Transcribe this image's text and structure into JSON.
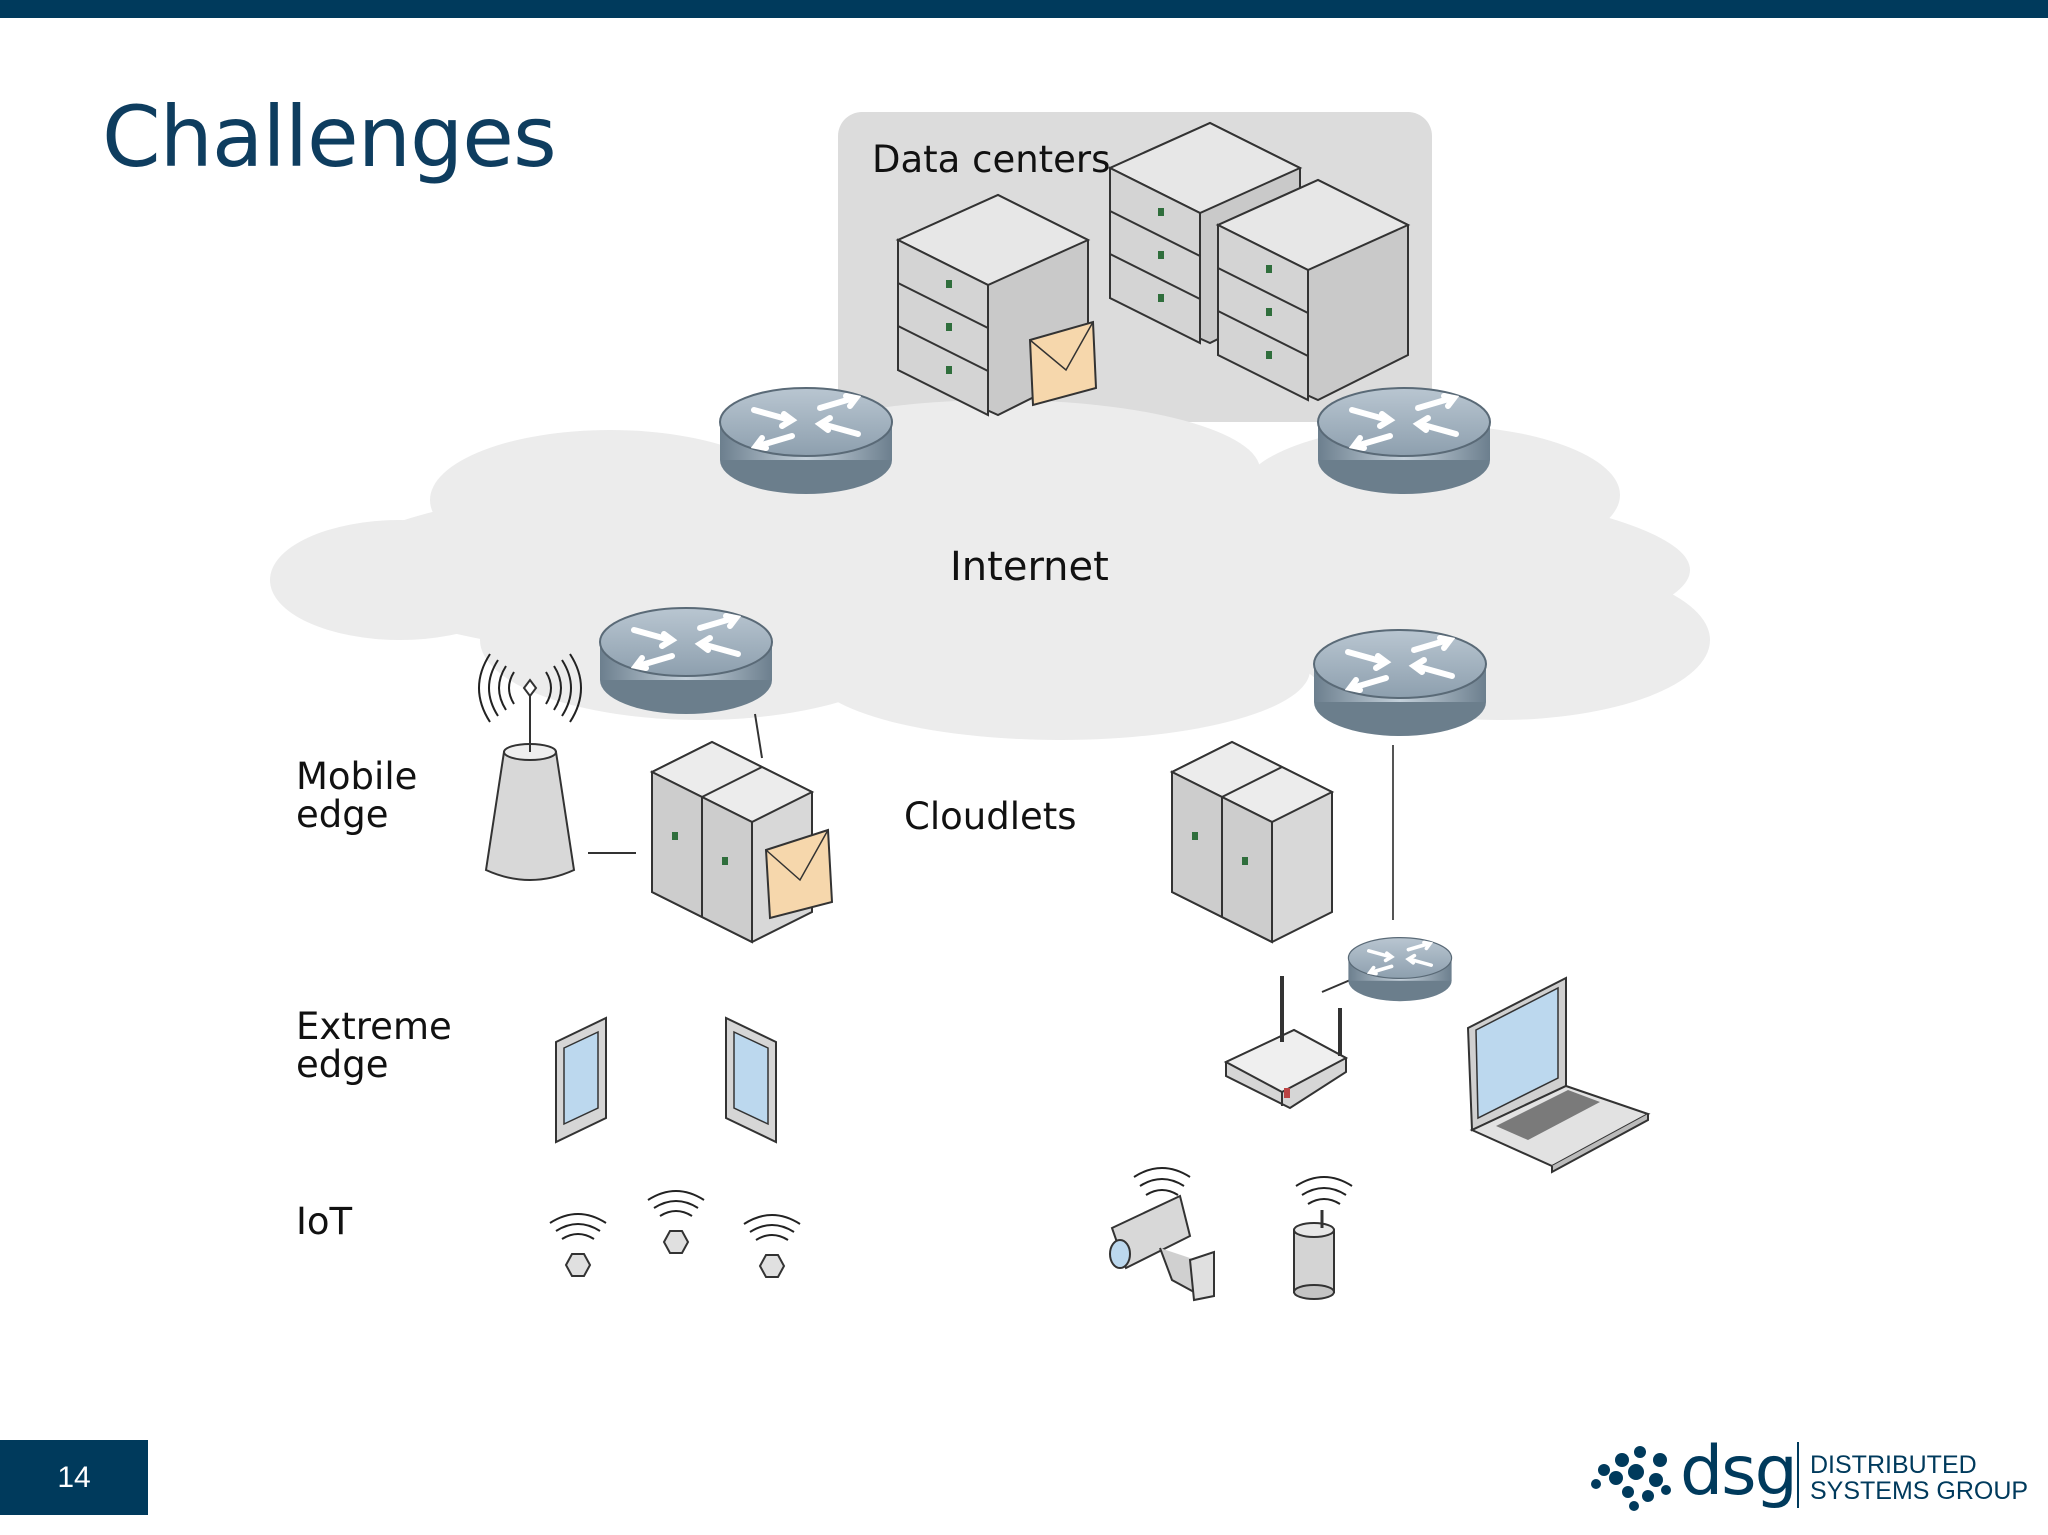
{
  "slide": {
    "title": "Challenges",
    "page_number": "14"
  },
  "diagram": {
    "labels": {
      "data_centers": "Data centers",
      "internet": "Internet",
      "cloudlets": "Cloudlets",
      "mobile_edge": "Mobile\nedge",
      "extreme_edge": "Extreme\nedge",
      "iot": "IoT"
    }
  },
  "logo": {
    "wordmark": "dsg",
    "line1": "DISTRIBUTED",
    "line2": "SYSTEMS GROUP"
  },
  "colors": {
    "brand": "#003a5c",
    "cloud": "#ececec",
    "datacenter_bg": "#dcdcdc",
    "router": "#8fa3b3"
  }
}
